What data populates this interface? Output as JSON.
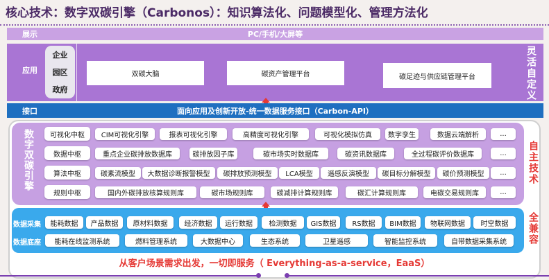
{
  "title": "核心技术：数字双碳引擎（Carbonos）：知识算法化、问题模型化、管理方法化",
  "display_layer": {
    "label": "展示",
    "content": "PC/手机/大屏等"
  },
  "app_layer": {
    "label": "应用",
    "targets": [
      "企业",
      "园区",
      "政府"
    ],
    "apps": [
      "双碳大脑",
      "碳资产管理平台",
      "碳足迹与供应链管理平台"
    ],
    "side_note": "灵活自定义"
  },
  "api_layer": {
    "label": "接口",
    "content": "面向应用及创新开放-统一数据服务接口（Carbon-API）"
  },
  "engine": {
    "label": "数字双碳引擎",
    "side_note": "自主技术",
    "rows": [
      {
        "hub": "可视化中枢",
        "items": [
          "CIM可视化引擎",
          "报表可视化引擎",
          "高精度可视化引擎",
          "可视化模拟仿真",
          "数字孪生",
          "数据云端解析",
          "..."
        ]
      },
      {
        "hub": "数据中枢",
        "items": [
          "重点企业碳排放数据库",
          "碳排放因子库",
          "碳市场实时数据库",
          "碳资讯数据库",
          "全过程碳评价数据库",
          "..."
        ]
      },
      {
        "hub": "算法中枢",
        "items": [
          "碳素流模型",
          "大数据诊断报警模型",
          "碳排放预测模型",
          "LCA模型",
          "遥感反演模型",
          "碳目标分解模型",
          "碳价预测模型",
          "..."
        ]
      },
      {
        "hub": "规则中枢",
        "items": [
          "国内外碳排放核算规则库",
          "碳市场规则库",
          "碳减排计算规则库",
          "碳汇计算规则库",
          "电碳交易规则库",
          "..."
        ]
      }
    ]
  },
  "data_layer": {
    "side_note": "全兼容",
    "rows": [
      {
        "label": "数据采集",
        "items": [
          "能耗数据",
          "产品数据",
          "原材料数据",
          "经济数据",
          "运行数据",
          "检测数据",
          "GIS数据",
          "RS数据",
          "BIM数据",
          "物联网数据",
          "时空数据"
        ]
      },
      {
        "label": "数据底座",
        "items": [
          "能耗在线监测系统",
          "燃料管理系统",
          "大数据中心",
          "生态系统",
          "卫星遥感",
          "智能监控系统",
          "自带数据采集系统"
        ]
      }
    ]
  },
  "slogan": "从客户场景需求出发，一切即服务（ Everything-as-a-service，EaaS）",
  "colors": {
    "purple": "#a975d4",
    "blue": "#1f6fc0",
    "red": "#e53935"
  }
}
